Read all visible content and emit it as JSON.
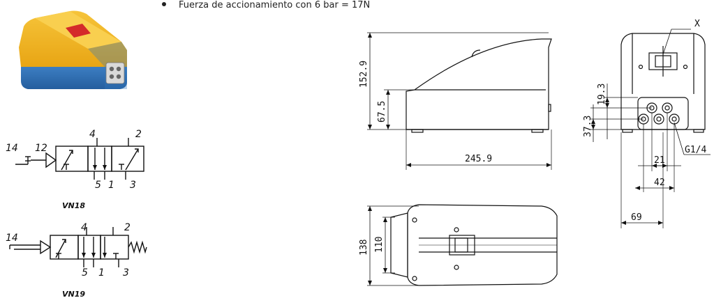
{
  "spec_bullet": "Fuerza de accionamiento con 6 bar = 17N",
  "schematics": {
    "vn18": {
      "caption": "VN18",
      "port_14": "14",
      "port_12": "12",
      "port_4": "4",
      "port_2": "2",
      "port_5": "5",
      "port_1": "1",
      "port_3": "3"
    },
    "vn19": {
      "caption": "VN19",
      "port_14": "14",
      "port_4": "4",
      "port_2": "2",
      "port_5": "5",
      "port_1": "1",
      "port_3": "3"
    }
  },
  "side_view": {
    "height_total": "152.9",
    "height_base": "67.5",
    "length": "245.9"
  },
  "top_view": {
    "width_total": "138",
    "width_inner": "110"
  },
  "end_view": {
    "label_x": "X",
    "dim_19_3": "19.3",
    "dim_37_3": "37.3",
    "thread": "G1/4",
    "spacing_21": "21",
    "spacing_42": "42",
    "offset_69": "69"
  },
  "colors": {
    "housing_top": "#f2b51c",
    "housing_base": "#2f6fb4",
    "lever": "#d42a2a",
    "connector": "#d9d9d9"
  }
}
